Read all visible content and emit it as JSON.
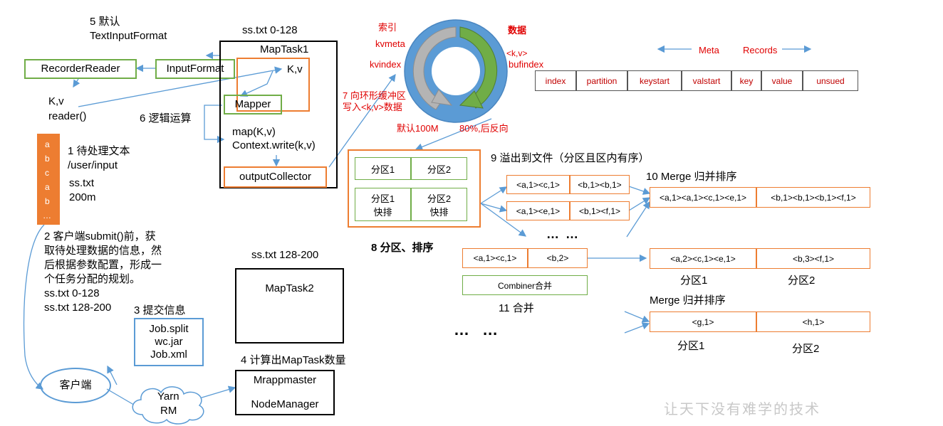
{
  "steps": {
    "s1": "1 待处理文本",
    "s2_lines": [
      "2 客户端submit()前，获",
      "取待处理数据的信息，然",
      "后根据参数配置，形成一",
      "个任务分配的规划。"
    ],
    "s3": "3 提交信息",
    "s4": "4 计算出MapTask数量",
    "s5_line1": "5 默认",
    "s5_line2": "TextInputFormat",
    "s6": "6 逻辑运算",
    "s7_line1": "7 向环形缓冲区",
    "s7_line2": "写入<k,v>数据",
    "s8": "8 分区、排序",
    "s9": "9 溢出到文件（分区且区内有序）",
    "s10": "10 Merge 归并排序",
    "s11": "11 合并"
  },
  "input": {
    "path": "/user/input",
    "file": "ss.txt",
    "size": "200m",
    "chars": [
      "a",
      "b",
      "c",
      "a",
      "b",
      "…"
    ]
  },
  "splits": {
    "split1": "ss.txt  0-128",
    "split2": "ss.txt  128-200"
  },
  "submit_files": [
    "Job.split",
    "wc.jar",
    "Job.xml"
  ],
  "client": "客户端",
  "yarn": {
    "line1": "Yarn",
    "line2": "RM"
  },
  "appmaster": {
    "line1": "Mrappmaster",
    "line2": "NodeManager"
  },
  "left": {
    "recorder_reader": "RecorderReader",
    "input_format": "InputFormat",
    "kv": "K,v",
    "reader": "reader()"
  },
  "maptask1": {
    "header": "ss.txt 0-128",
    "title": "MapTask1",
    "kv": "K,v",
    "mapper": "Mapper",
    "map_call": "map(K,v)",
    "write_call": "Context.write(k,v)",
    "collector": "outputCollector"
  },
  "maptask2": {
    "header": "ss.txt 128-200",
    "title": "MapTask2"
  },
  "ring": {
    "index": "索引",
    "kvmeta": "kvmeta",
    "kvindex": "kvindex",
    "data": "数据",
    "kv": "<k,v>",
    "bufindex": "bufindex",
    "default_size": "默认100M",
    "spill_threshold": "80%,后反向"
  },
  "meta_records": {
    "meta": "Meta",
    "records": "Records",
    "fields": [
      "index",
      "partition",
      "keystart",
      "valstart",
      "key",
      "value",
      "unsued"
    ]
  },
  "sort_box": {
    "p1": "分区1",
    "p2": "分区2",
    "p1_sorted_l1": "分区1",
    "p1_sorted_l2": "快排",
    "p2_sorted_l1": "分区2",
    "p2_sorted_l2": "快排"
  },
  "spill": {
    "row1": [
      "<a,1><c,1>",
      "<b,1><b,1>"
    ],
    "row2": [
      "<a,1><e,1>",
      "<b,1><f,1>"
    ],
    "dots": "… …"
  },
  "merge": {
    "row": [
      "<a,1><a,1><c,1><e,1>",
      "<b,1><b,1><b,1><f,1>"
    ]
  },
  "combiner": {
    "row": [
      "<a,1><c,1>",
      "<b,2>"
    ],
    "label": "Combiner合并",
    "out": [
      "<a,2><c,1><e,1>",
      "<b,3><f,1>"
    ],
    "p1": "分区1",
    "p2": "分区2"
  },
  "merge2": {
    "title": "Merge 归并排序",
    "row": [
      "<g,1>",
      "<h,1>"
    ],
    "p1": "分区1",
    "p2": "分区2"
  },
  "bottom_dots": "…  …",
  "watermark": "让天下没有难学的技术",
  "colors": {
    "green": "#70ad47",
    "orange": "#ed7d31",
    "blue": "#5b9bd5",
    "red": "#e00000",
    "ring": "#5b9bd5"
  }
}
